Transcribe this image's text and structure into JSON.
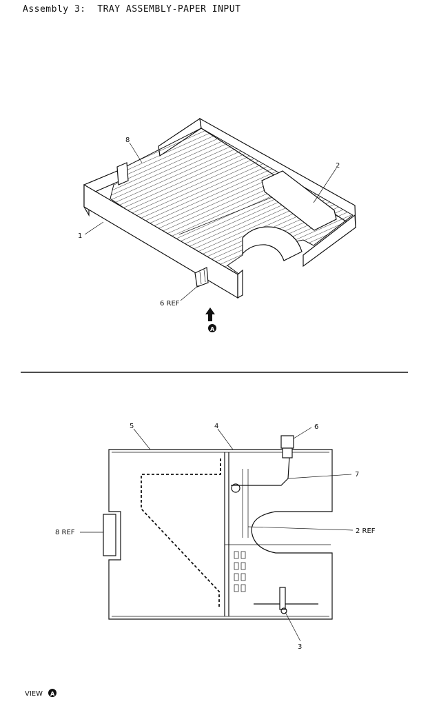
{
  "title": "Assembly 3:  TRAY ASSEMBLY-PAPER INPUT",
  "top_view": {
    "callouts": {
      "c8": "8",
      "c2": "2",
      "c1": "1",
      "c6ref": "6 REF"
    },
    "view_marker": "A"
  },
  "bottom_view": {
    "callouts": {
      "c5": "5",
      "c4": "4",
      "c6": "6",
      "c7": "7",
      "c8ref": "8 REF",
      "c2ref": "2 REF",
      "c3": "3"
    },
    "view_caption": "VIEW",
    "view_marker": "A"
  }
}
